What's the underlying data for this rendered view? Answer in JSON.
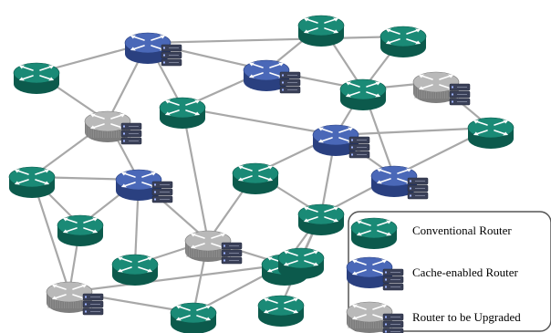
{
  "colors": {
    "conventional": "#1a8a76",
    "conventional_dark": "#0c5a4c",
    "cache": "#4a68b8",
    "cache_dark": "#2a4080",
    "upgrade": "#b9b9b9",
    "upgrade_dark": "#7d7d7d",
    "server": "#3a4058",
    "link": "#a8a8a8",
    "legend_border": "#555555"
  },
  "legend": {
    "items": [
      {
        "type": "conventional",
        "label": "Conventional Router"
      },
      {
        "type": "cache",
        "label": "Cache-enabled Router"
      },
      {
        "type": "upgrade",
        "label": "Router to be Upgraded"
      }
    ]
  },
  "routers": [
    {
      "id": "g1",
      "type": "conventional"
    },
    {
      "id": "c1",
      "type": "cache"
    },
    {
      "id": "g2",
      "type": "conventional"
    },
    {
      "id": "g3",
      "type": "conventional"
    },
    {
      "id": "c2",
      "type": "cache"
    },
    {
      "id": "u1",
      "type": "upgrade"
    },
    {
      "id": "g4",
      "type": "conventional"
    },
    {
      "id": "g5",
      "type": "conventional"
    },
    {
      "id": "u2",
      "type": "upgrade"
    },
    {
      "id": "g6",
      "type": "conventional"
    },
    {
      "id": "c3",
      "type": "cache"
    },
    {
      "id": "g7",
      "type": "conventional"
    },
    {
      "id": "g8",
      "type": "conventional"
    },
    {
      "id": "c4",
      "type": "cache"
    },
    {
      "id": "c5",
      "type": "cache"
    },
    {
      "id": "g9",
      "type": "conventional"
    },
    {
      "id": "g10",
      "type": "conventional"
    },
    {
      "id": "u3",
      "type": "upgrade"
    },
    {
      "id": "g11",
      "type": "conventional"
    },
    {
      "id": "g12",
      "type": "conventional"
    },
    {
      "id": "g13",
      "type": "conventional"
    },
    {
      "id": "u4",
      "type": "upgrade"
    },
    {
      "id": "g14",
      "type": "conventional"
    },
    {
      "id": "g15",
      "type": "conventional"
    }
  ],
  "links": [
    [
      "g1",
      "c1"
    ],
    [
      "g1",
      "u1"
    ],
    [
      "c1",
      "g4"
    ],
    [
      "c1",
      "c2"
    ],
    [
      "c1",
      "u1"
    ],
    [
      "c1",
      "g3"
    ],
    [
      "c2",
      "g2"
    ],
    [
      "c2",
      "g4"
    ],
    [
      "c2",
      "g5"
    ],
    [
      "g2",
      "g5"
    ],
    [
      "g3",
      "g5"
    ],
    [
      "g5",
      "u2"
    ],
    [
      "g5",
      "c4"
    ],
    [
      "u2",
      "g6"
    ],
    [
      "g6",
      "c4"
    ],
    [
      "u1",
      "g7"
    ],
    [
      "u1",
      "c3"
    ],
    [
      "g4",
      "u3"
    ],
    [
      "g4",
      "c4"
    ],
    [
      "g7",
      "c3"
    ],
    [
      "g7",
      "g9"
    ],
    [
      "g7",
      "u4"
    ],
    [
      "c3",
      "g9"
    ],
    [
      "c3",
      "g10"
    ],
    [
      "c3",
      "u3"
    ],
    [
      "g8",
      "u3"
    ],
    [
      "g8",
      "g11"
    ],
    [
      "c4",
      "g8"
    ],
    [
      "c4",
      "c5"
    ],
    [
      "c4",
      "g11"
    ],
    [
      "g5",
      "c5"
    ],
    [
      "g6",
      "c5"
    ],
    [
      "c5",
      "g11"
    ],
    [
      "u3",
      "g10"
    ],
    [
      "u3",
      "g12"
    ],
    [
      "u3",
      "g14"
    ],
    [
      "g11",
      "g12"
    ],
    [
      "g11",
      "g13"
    ],
    [
      "g11",
      "g15"
    ],
    [
      "u4",
      "g14"
    ],
    [
      "g12",
      "u4"
    ],
    [
      "g14",
      "g12"
    ],
    [
      "g9",
      "u4"
    ]
  ]
}
